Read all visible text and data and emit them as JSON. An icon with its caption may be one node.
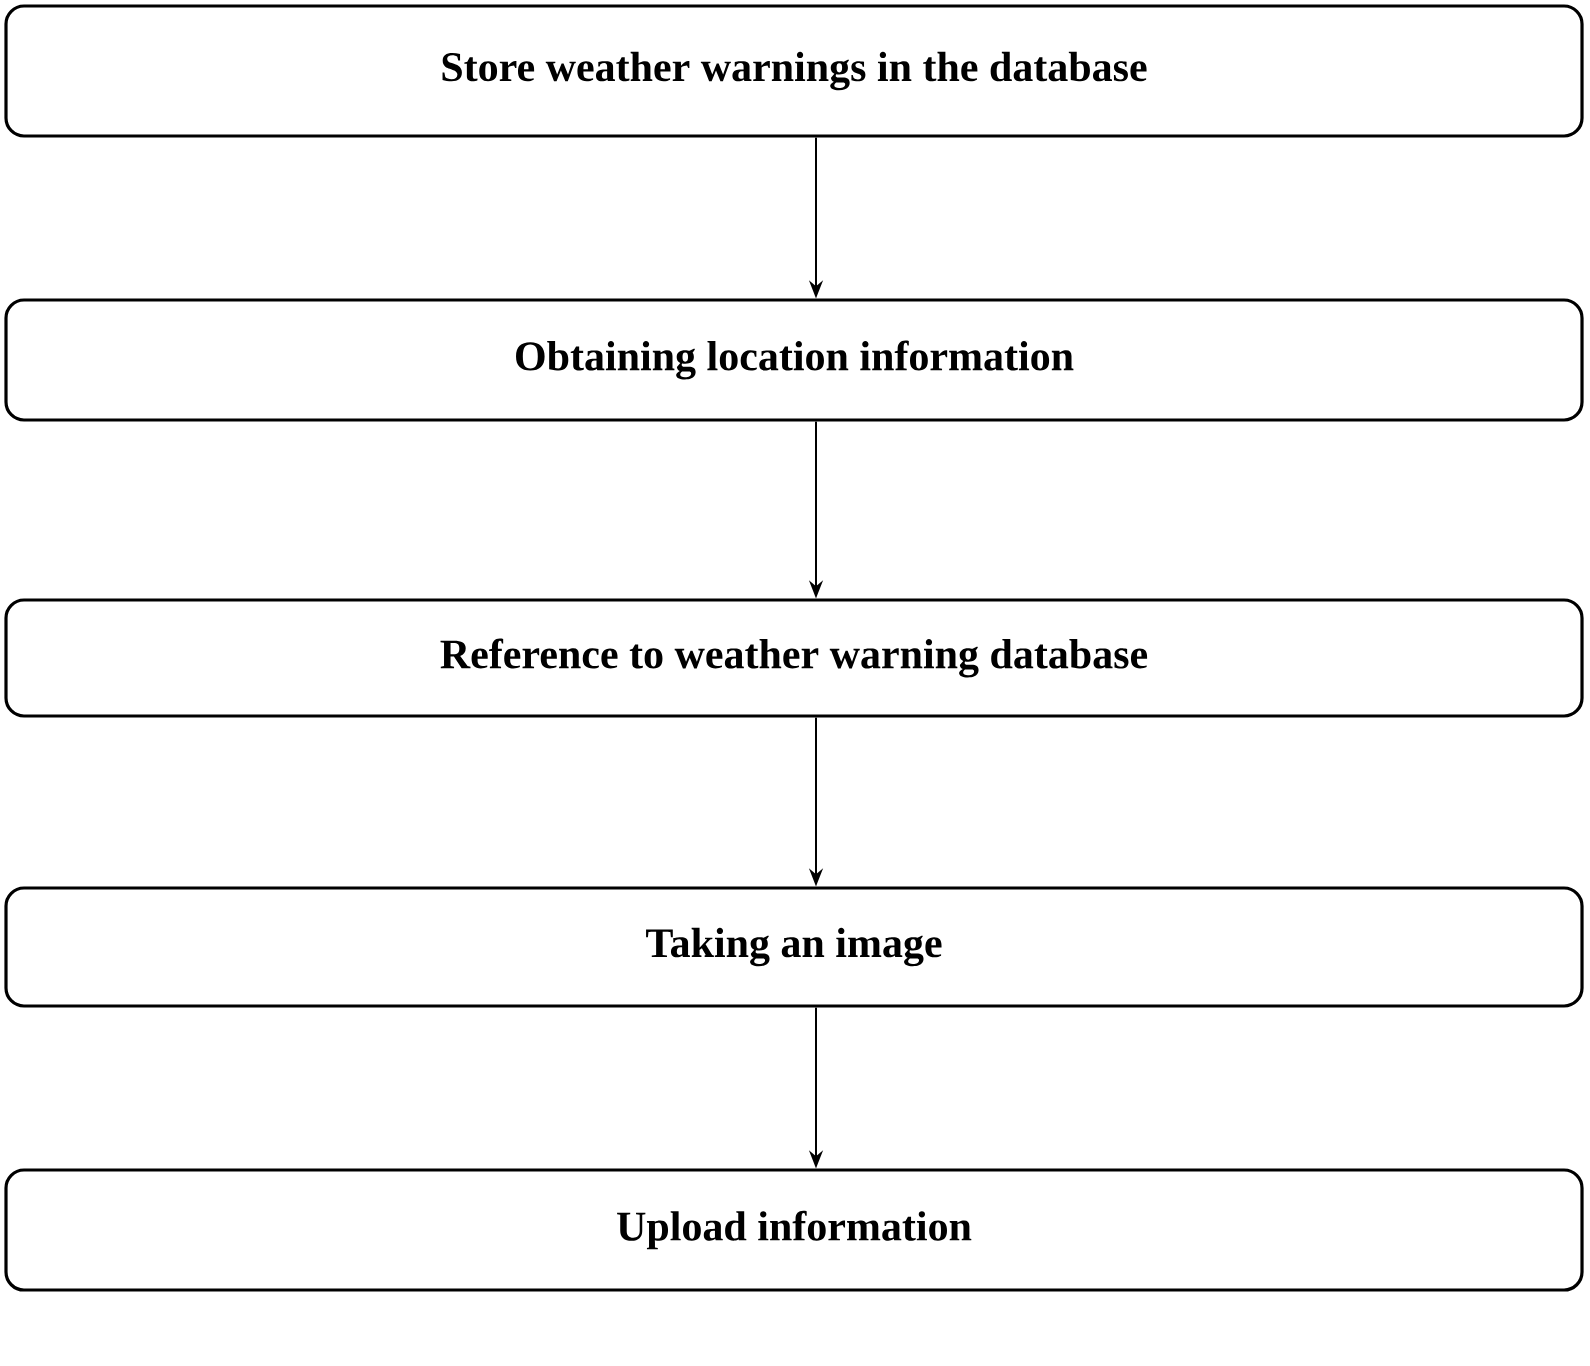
{
  "diagram": {
    "nodes": [
      {
        "text": [
          "Store weather warnings in the database"
        ]
      },
      {
        "text": [
          "Obtaining location information"
        ]
      },
      {
        "text": [
          "Reference to weather warning database"
        ]
      },
      {
        "text": [
          "Taking an image"
        ]
      },
      {
        "text": [
          "Upload information"
        ]
      }
    ],
    "edges": [
      {
        "from": 0,
        "to": 1,
        "arrow": "to"
      },
      {
        "from": 1,
        "to": 2,
        "arrow": "to"
      },
      {
        "from": 2,
        "to": 3,
        "arrow": "to"
      },
      {
        "from": 3,
        "to": 4,
        "arrow": "to"
      }
    ]
  }
}
